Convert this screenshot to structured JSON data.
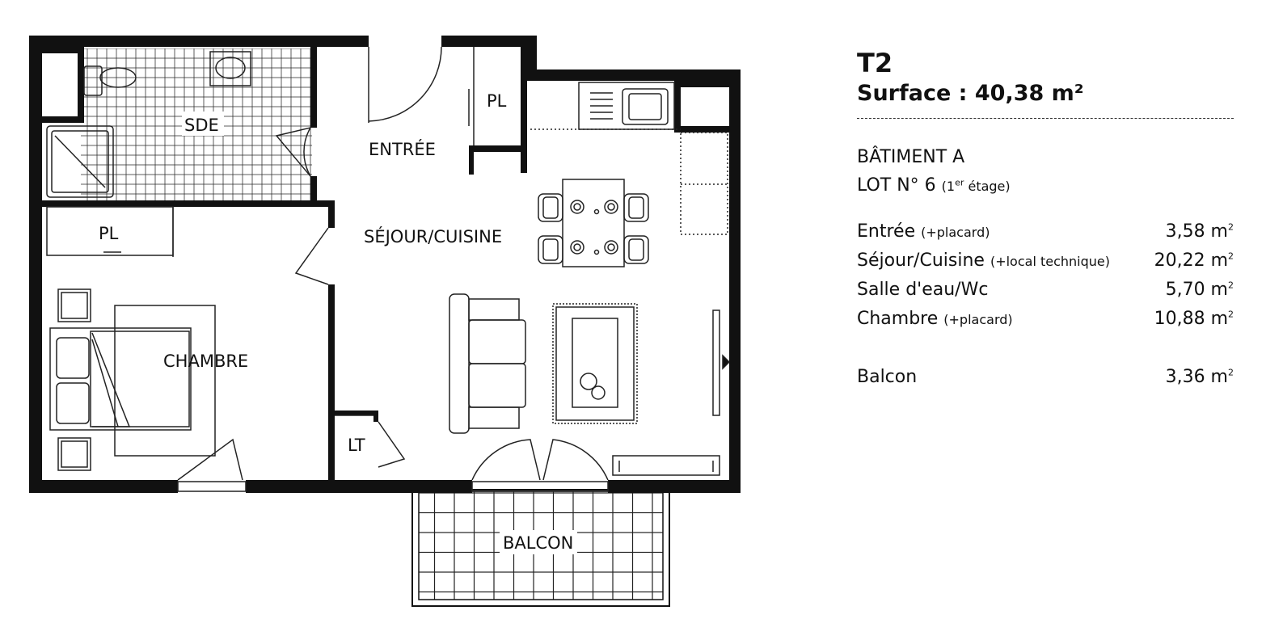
{
  "apartment": {
    "type": "T2",
    "surface_label": "Surface :",
    "surface_value": "40,38 m²",
    "building": "BÂTIMENT A",
    "lot": "LOT N° 6",
    "floor_open": "(1",
    "floor_sup": "er",
    "floor_close": " étage)"
  },
  "rooms": [
    {
      "name": "Entrée",
      "note": "(+placard)",
      "area": "3,58 m",
      "unit_sup": "2"
    },
    {
      "name": "Séjour/Cuisine",
      "note": "(+local technique)",
      "area": "20,22 m",
      "unit_sup": "2"
    },
    {
      "name": "Salle d'eau/Wc",
      "note": "",
      "area": "5,70 m",
      "unit_sup": "2"
    },
    {
      "name": "Chambre",
      "note": "(+placard)",
      "area": "10,88 m",
      "unit_sup": "2"
    }
  ],
  "balcony": {
    "name": "Balcon",
    "area": "3,36 m",
    "unit_sup": "2"
  },
  "plan_labels": {
    "sde": "SDE",
    "pl_entry": "PL",
    "entree": "ENTRÉE",
    "sejour": "SÉJOUR/CUISINE",
    "pl_bedroom": "PL",
    "chambre": "CHAMBRE",
    "lt": "LT",
    "balcon": "BALCON"
  },
  "colors": {
    "wall": "#111111",
    "line": "#222222",
    "background": "#ffffff"
  }
}
